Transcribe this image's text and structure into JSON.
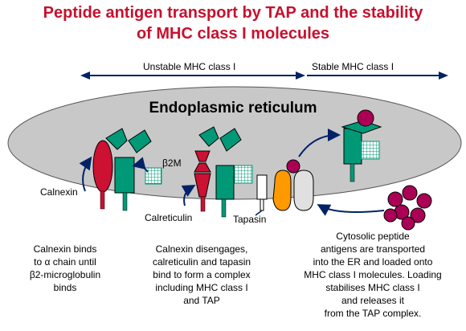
{
  "title": {
    "line1": "Peptide antigen transport by TAP and the stability",
    "line2": "of MHC class I molecules"
  },
  "phases": {
    "unstable": "Unstable MHC class I",
    "stable": "Stable MHC class I"
  },
  "er_label": "Endoplasmic reticulum",
  "molecule_labels": {
    "calnexin": "Calnexin",
    "b2m": "β2M",
    "calreticulin": "Calreticulin",
    "tapasin": "Tapasin"
  },
  "captions": {
    "left": [
      "Calnexin binds",
      "to α chain until",
      "β2-microglobulin",
      "binds"
    ],
    "middle": [
      "Calnexin disengages,",
      "calreticulin and tapasin",
      "bind to form a complex",
      "including MHC class I",
      "and TAP"
    ],
    "right": [
      "Cytosolic peptide",
      "antigens are transported",
      "into the ER and loaded onto",
      "MHC class I molecules. Loading",
      "stabilises MHC class I",
      "and releases it",
      "from the TAP complex."
    ]
  },
  "colors": {
    "title": "#c8102e",
    "er": "#c8c8c8",
    "mhc": "#009977",
    "calnexin": "#cc1133",
    "b2m": "#009977",
    "tap": "#ff9900",
    "peptide": "#aa0055",
    "arrow": "#002266"
  }
}
